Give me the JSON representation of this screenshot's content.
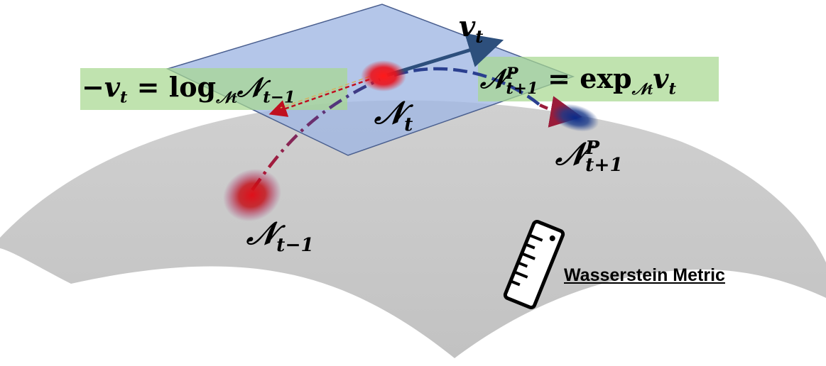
{
  "labels": {
    "v_t": "v",
    "v_t_sub": "t",
    "log_lhs": "−v",
    "log_lhs_sub": "t",
    "log_eq": " = ",
    "log_fn": "log",
    "log_fn_sub": "𝒩",
    "log_fn_subsub": "t",
    "log_arg": "𝒩",
    "log_arg_sub": "t−1",
    "exp_lhs": "𝒩",
    "exp_lhs_sup": "P",
    "exp_lhs_sub": "t+1",
    "exp_eq": " = ",
    "exp_fn": "exp",
    "exp_fn_sub": "𝒩",
    "exp_fn_subsub": "t",
    "exp_arg": "v",
    "exp_arg_sub": "t",
    "n_t": "𝒩",
    "n_t_sub": "t",
    "n_pred": "𝒩",
    "n_pred_sup": "P",
    "n_pred_sub": "t+1",
    "n_prev": "𝒩",
    "n_prev_sub": "t−1",
    "metric": "Wasserstein Metric"
  },
  "colors": {
    "manifold": "#c9c9c9",
    "tangent_plane": "#9fb6e3",
    "tangent_edge": "#4a5f8f",
    "label_box": "#a8d890",
    "gauss_red": "#e8121c",
    "gauss_blue": "#1a3a8a",
    "arrow_vt": "#2d4f7c",
    "path_red": "#a01c2a",
    "path_blue": "#2a3f8f"
  },
  "icons": [
    "ruler-icon"
  ]
}
